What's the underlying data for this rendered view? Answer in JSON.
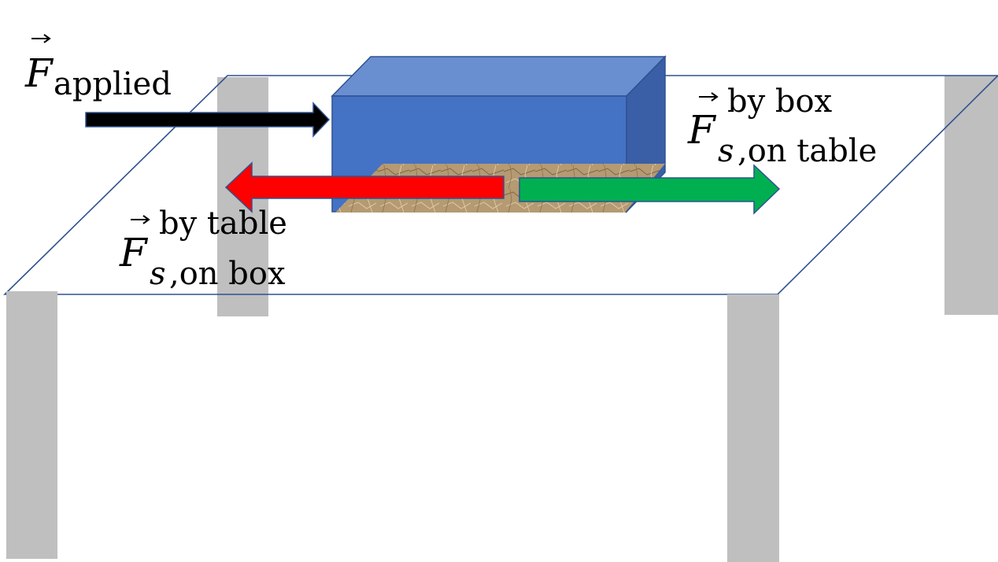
{
  "labels": {
    "applied": {
      "symbol": "F",
      "subscript": "applied"
    },
    "box_on_table": {
      "symbol": "F",
      "superscript": "by box",
      "subscript_var": "s",
      "subscript_rest": ",on table"
    },
    "table_on_box": {
      "symbol": "F",
      "superscript": "by table",
      "subscript_var": "s",
      "subscript_rest": ",on box"
    }
  },
  "colors": {
    "box_front": "#4472C4",
    "box_top": "#6A8FD1",
    "box_side": "#3A5FA6",
    "box_edge": "#2F528F",
    "table_edge": "#2F528F",
    "leg": "#BFBFBF",
    "applied_arrow": "#000000",
    "table_on_box_arrow": "#FF0000",
    "box_on_table_arrow": "#00B050",
    "friction_patch": "#B59A72"
  },
  "icons": {
    "vector_arrow": "vector-arrow-icon"
  }
}
